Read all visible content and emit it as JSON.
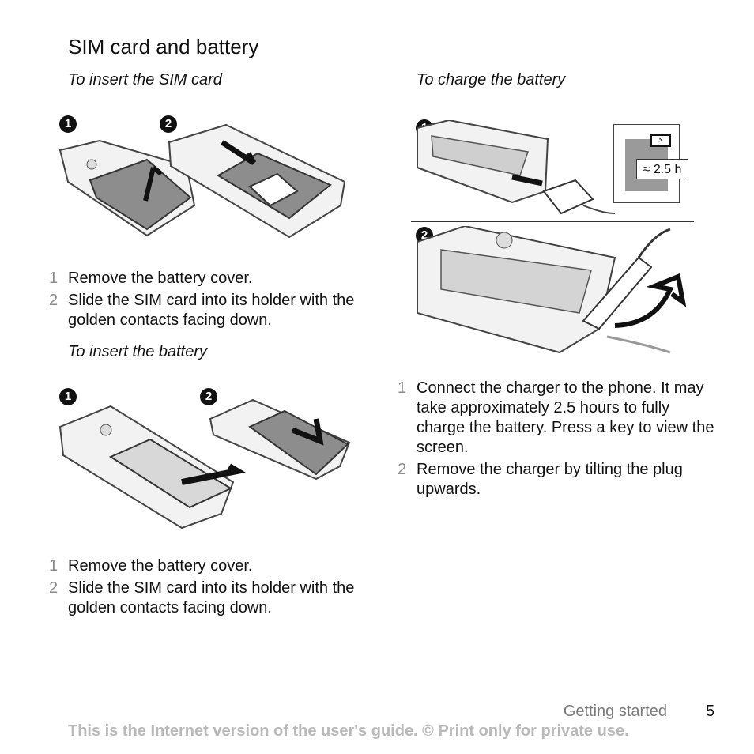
{
  "page": {
    "title": "SIM card and battery",
    "footer_section": "Getting started",
    "page_number": "5",
    "notice": "This is the Internet version of the user's guide. © Print only for private use."
  },
  "sim": {
    "heading": "To insert the SIM card",
    "badges": [
      "1",
      "2"
    ],
    "steps": [
      {
        "num": "1",
        "text": "Remove the battery cover."
      },
      {
        "num": "2",
        "text": "Slide the SIM card into its holder with the golden contacts facing down."
      }
    ]
  },
  "battery": {
    "heading": "To insert the battery",
    "badges": [
      "1",
      "2"
    ],
    "steps": [
      {
        "num": "1",
        "text": "Remove the battery cover."
      },
      {
        "num": "2",
        "text": "Slide the SIM card into its holder with the golden contacts facing down."
      }
    ]
  },
  "charge": {
    "heading": "To charge the battery",
    "badges": [
      "1",
      "2"
    ],
    "time_label": "≈ 2.5 h",
    "steps": [
      {
        "num": "1",
        "text": "Connect the charger to the phone. It may take approximately 2.5 hours to fully charge the battery. Press a key to view the screen."
      },
      {
        "num": "2",
        "text": "Remove the charger by tilting the plug upwards."
      }
    ]
  }
}
